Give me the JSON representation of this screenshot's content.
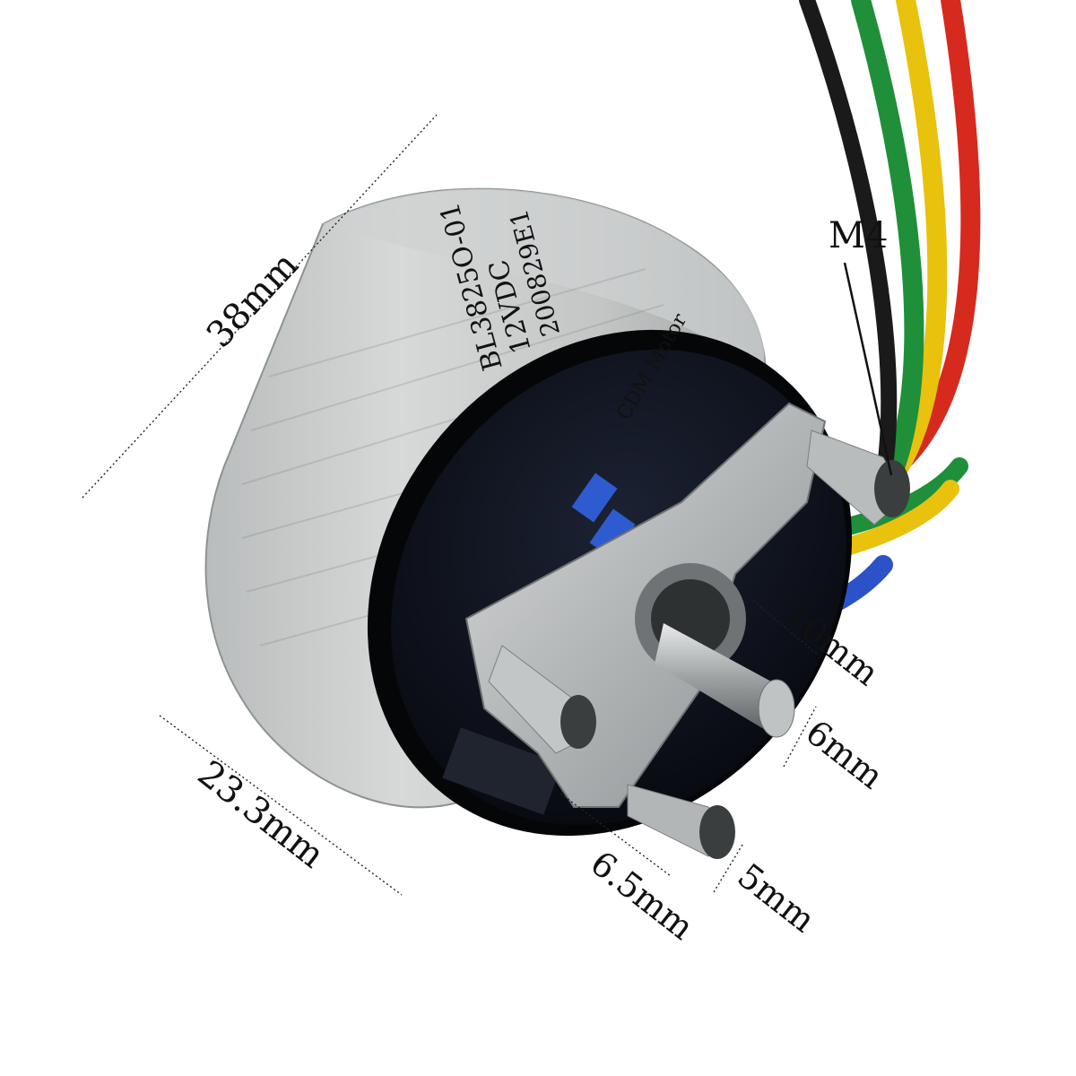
{
  "dimensions": {
    "diameter": "38mm",
    "height": "23.3mm",
    "thread": "M4",
    "bearing_boss": "10mm",
    "shaft": "6mm",
    "standoff_length": "6.5mm",
    "standoff_diameter": "5mm"
  },
  "motor_printing": {
    "model": "BL3825O-01",
    "voltage": "12VDC",
    "batch": "200829E1",
    "pcb_brand": "CDM Motor"
  },
  "wire_colors": [
    "#1f8f3a",
    "#e8c20c",
    "#d62a1e",
    "#1a1a1a",
    "#2c52c9"
  ]
}
